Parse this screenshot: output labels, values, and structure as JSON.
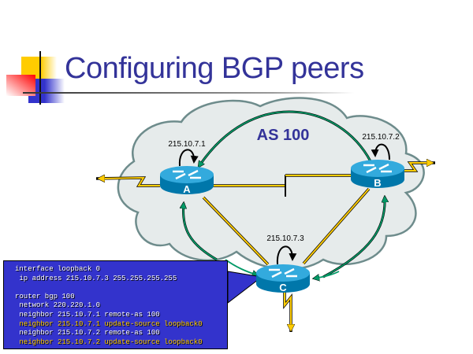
{
  "slide": {
    "title": "Configuring BGP peers",
    "as_label": "AS 100",
    "colors": {
      "title": "#333399",
      "cloud_fill": "#e6ebeb",
      "cloud_stroke": "#6e8c8c",
      "ibgp_arrow": "#009966",
      "link": "#ffcc00",
      "router_top": "#33aadd",
      "router_side": "#0077aa",
      "code_bg": "#3333cc",
      "code_highlight": "#ffcc00"
    }
  },
  "routers": [
    {
      "id": "A",
      "label": "A",
      "loopback": "215.10.7.1"
    },
    {
      "id": "B",
      "label": "B",
      "loopback": "215.10.7.2"
    },
    {
      "id": "C",
      "label": "C",
      "loopback": "215.10.7.3"
    }
  ],
  "config": {
    "lines": [
      {
        "text": "interface loopback 0",
        "highlight": false
      },
      {
        "text": " ip address 215.10.7.3 255.255.255.255",
        "highlight": false
      },
      {
        "text": "",
        "highlight": false
      },
      {
        "text": "router bgp 100",
        "highlight": false
      },
      {
        "text": " network 220.220.1.0",
        "highlight": false
      },
      {
        "text": " neighbor 215.10.7.1 remote-as 100",
        "highlight": false
      },
      {
        "text": " neighbor 215.10.7.1 update-source loopback0",
        "highlight": true
      },
      {
        "text": " neighbor 215.10.7.2 remote-as 100",
        "highlight": false
      },
      {
        "text": " neighbor 215.10.7.2 update-source loopback0",
        "highlight": true
      }
    ]
  }
}
